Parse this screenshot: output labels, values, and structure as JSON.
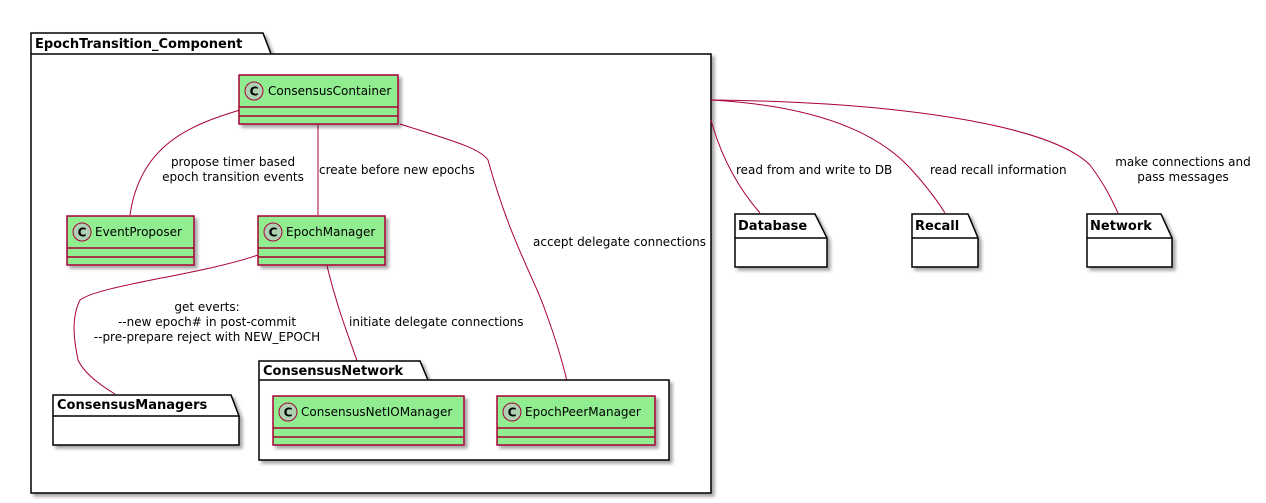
{
  "colors": {
    "class_fill": "#90EE90",
    "class_border": "#A80036",
    "edge": "#A80036",
    "circle_fill": "#ADD1B2",
    "package_border": "#000000"
  },
  "packages": {
    "epoch_transition": "EpochTransition_Component",
    "consensus_network": "ConsensusNetwork",
    "consensus_managers": "ConsensusManagers",
    "database": "Database",
    "recall": "Recall",
    "network": "Network"
  },
  "classes": {
    "consensus_container": "ConsensusContainer",
    "event_proposer": "EventProposer",
    "epoch_manager": "EpochManager",
    "consensus_net_io_manager": "ConsensusNetIOManager",
    "epoch_peer_manager": "EpochPeerManager",
    "stereotype_letter": "C"
  },
  "edges": {
    "propose": [
      "propose timer based",
      "epoch transition events"
    ],
    "create": "create before new epochs",
    "accept": "accept delegate connections",
    "get_events": [
      "get everts:",
      "--new epoch# in post-commit",
      "--pre-prepare reject with NEW_EPOCH"
    ],
    "initiate": "initiate delegate connections",
    "db": "read from and write to DB",
    "recall": "read recall information",
    "network": [
      "make connections and",
      "pass messages"
    ]
  }
}
